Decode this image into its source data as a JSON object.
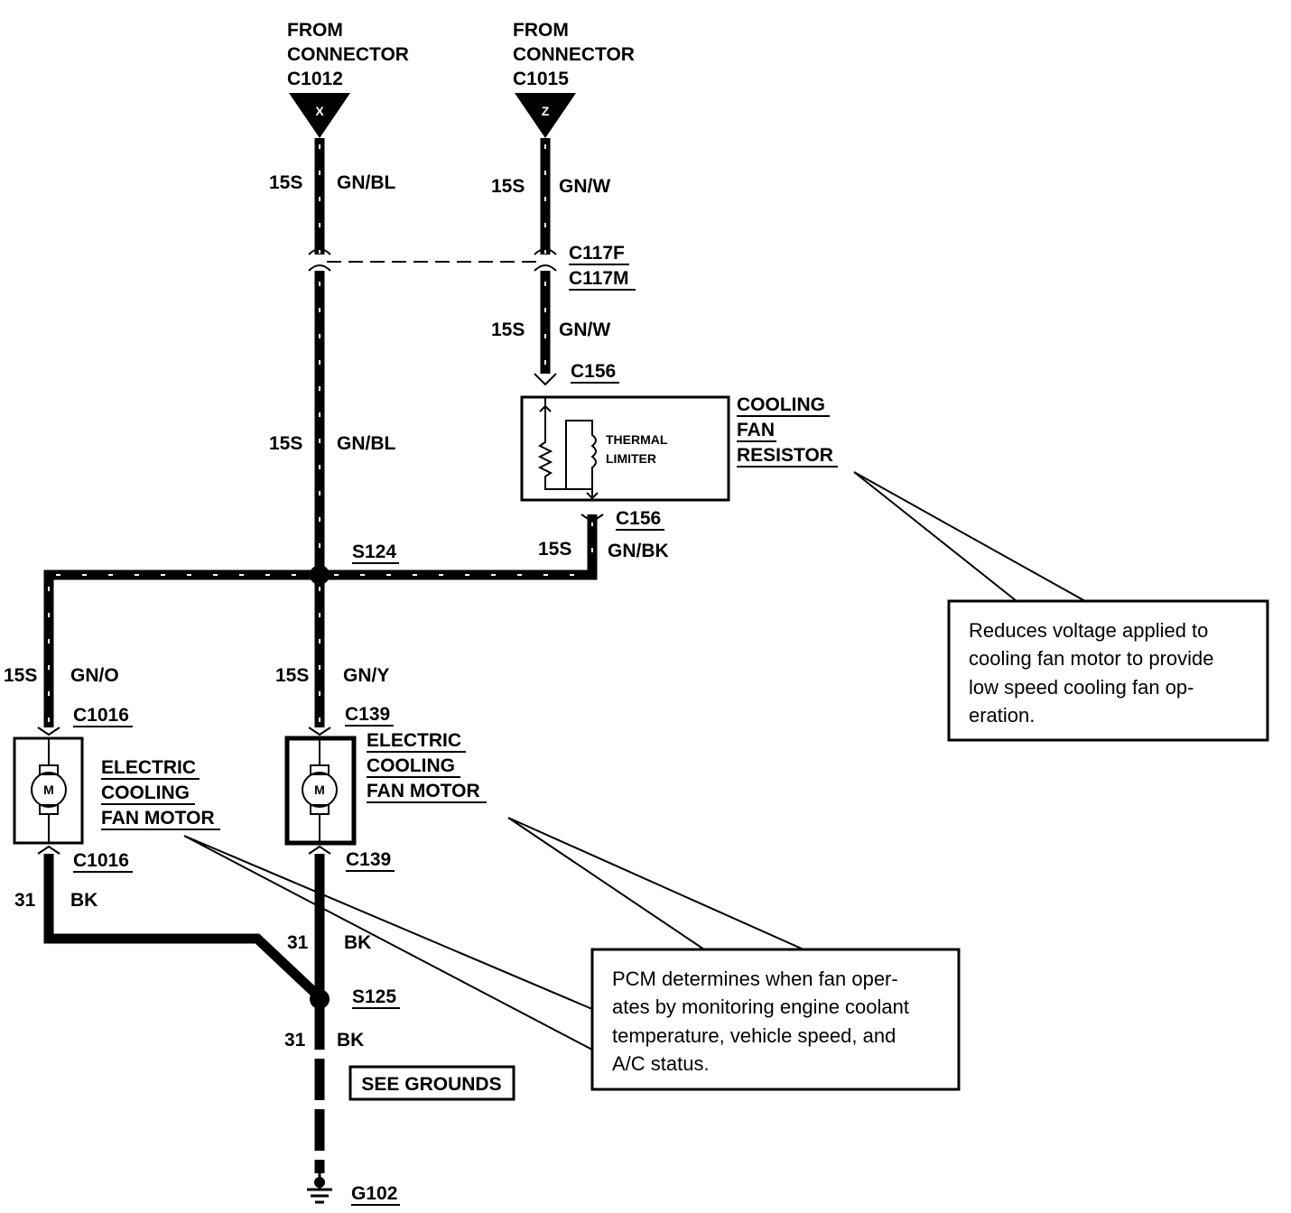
{
  "from_x": {
    "line1": "FROM",
    "line2": "CONNECTOR",
    "line3": "C1012",
    "pin": "X"
  },
  "from_z": {
    "line1": "FROM",
    "line2": "CONNECTOR",
    "line3": "C1015",
    "pin": "Z"
  },
  "wires": {
    "w1": {
      "gauge": "15S",
      "color": "GN/BL"
    },
    "w2": {
      "gauge": "15S",
      "color": "GN/W"
    },
    "w3": {
      "gauge": "15S",
      "color": "GN/W"
    },
    "w4": {
      "gauge": "15S",
      "color": "GN/BL"
    },
    "w5": {
      "gauge": "15S",
      "color": "GN/BK"
    },
    "w6": {
      "gauge": "15S",
      "color": "GN/O"
    },
    "w7": {
      "gauge": "15S",
      "color": "GN/Y"
    },
    "w8": {
      "gauge": "31",
      "color": "BK"
    },
    "w9": {
      "gauge": "31",
      "color": "BK"
    },
    "w10": {
      "gauge": "31",
      "color": "BK"
    }
  },
  "connectors": {
    "c117f": "C117F",
    "c117m": "C117M",
    "c156_top": "C156",
    "c156_bottom": "C156",
    "c1016_top": "C1016",
    "c1016_bottom": "C1016",
    "c139_top": "C139",
    "c139_bottom": "C139"
  },
  "splices": {
    "s124": "S124",
    "s125": "S125"
  },
  "ground": "G102",
  "see_grounds": "SEE GROUNDS",
  "resistor": {
    "line1": "COOLING",
    "line2": "FAN",
    "line3": "RESISTOR",
    "limiter1": "THERMAL",
    "limiter2": "LIMITER"
  },
  "motor_left": {
    "line1": "ELECTRIC",
    "line2": "COOLING",
    "line3": "FAN MOTOR",
    "symbol": "M"
  },
  "motor_right": {
    "line1": "ELECTRIC",
    "line2": "COOLING",
    "line3": "FAN MOTOR",
    "symbol": "M"
  },
  "note_resistor": {
    "line1": "Reduces voltage applied to",
    "line2": "cooling fan motor to provide",
    "line3": "low speed cooling fan op-",
    "line4": "eration."
  },
  "note_pcm": {
    "line1": "PCM determines when fan oper-",
    "line2": "ates by monitoring engine coolant",
    "line3": "temperature, vehicle speed, and",
    "line4": "A/C status."
  }
}
